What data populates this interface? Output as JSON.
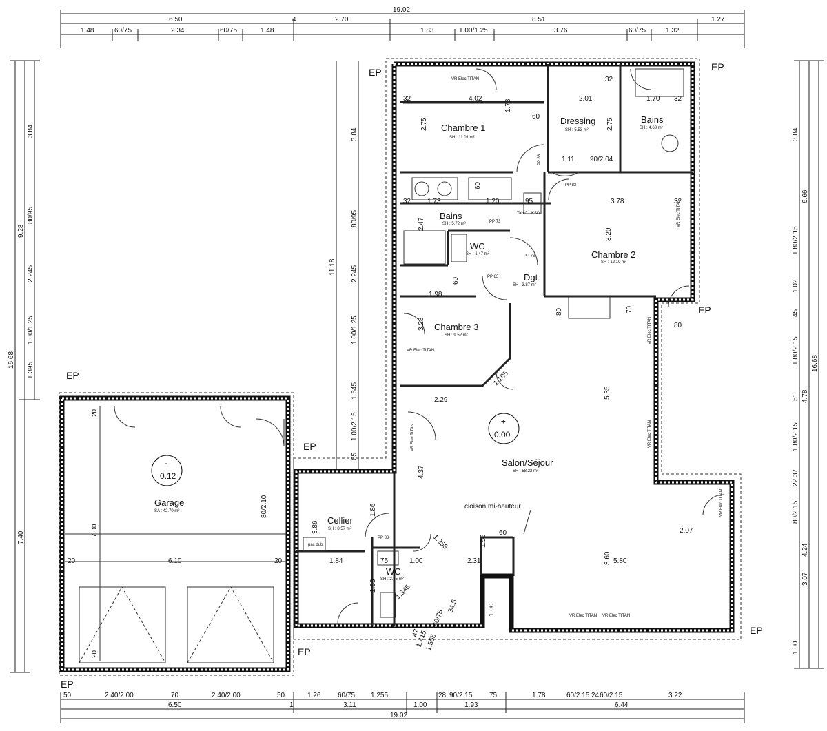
{
  "top_dims": {
    "total": "19.02",
    "row2": [
      "6.50",
      "4",
      "2.70",
      "8.51",
      "1.27"
    ],
    "row3": [
      "1.48",
      "60/75",
      "2.34",
      "60/75",
      "1.48",
      "1.83",
      "1.00/1.25",
      "3.76",
      "60/75",
      "1.32"
    ]
  },
  "bottom_dims": {
    "row1": [
      "50",
      "2.40/2.00",
      "70",
      "2.40/2.00",
      "50",
      "1.26",
      "60/75",
      "1.255",
      "28",
      "90/2.15",
      "75",
      "1.78",
      "60/2.15",
      "24",
      "60/2.15",
      "3.22"
    ],
    "row2": [
      "6.50",
      "1",
      "3.11",
      "1.00",
      "1.93",
      "6.44"
    ],
    "total": "19.02"
  },
  "left_dims": {
    "total": "16.68",
    "col2": [
      "9.28",
      "7.40"
    ],
    "col3": [
      "3.84",
      "80/95",
      "2.245",
      "1.00/1.25",
      "1.395"
    ]
  },
  "right_dims": {
    "total": "16.68",
    "col2": [
      "6.66",
      "4.78",
      "4.24",
      "3.07"
    ],
    "col3": [
      "3.84",
      "1.80/2.15",
      "1.02",
      "45",
      "1.80/2.15",
      "51",
      "1.80/2.15",
      "37",
      "22",
      "80/2.15",
      "1.00"
    ]
  },
  "mid_dims": [
    "3.84",
    "80/95",
    "2.245",
    "1.00/1.25",
    "1.645",
    "1.00/2.15",
    "65",
    "11.18"
  ],
  "ep_labels": [
    "EP",
    "EP",
    "EP",
    "EP",
    "EP",
    "EP",
    "EP",
    "EP"
  ],
  "rooms": {
    "chambre1": {
      "name": "Chambre 1",
      "area": "SH : 11.01 m²"
    },
    "dressing": {
      "name": "Dressing",
      "area": "SH : 5.53 m²"
    },
    "bains_top": {
      "name": "Bains",
      "area": "SH : 4.68 m²"
    },
    "bains": {
      "name": "Bains",
      "area": "SH : 5.72 m²"
    },
    "wc_top": {
      "name": "WC",
      "area": "SH : 1.47 m²"
    },
    "dgt": {
      "name": "Dgt",
      "area": "SH : 3.87 m²"
    },
    "chambre2": {
      "name": "Chambre 2",
      "area": "SH : 12.10 m²"
    },
    "chambre3": {
      "name": "Chambre 3",
      "area": "SH : 9.52 m²"
    },
    "salon": {
      "name": "Salon/Séjour",
      "area": "SH : 58.22 m²"
    },
    "cellier": {
      "name": "Cellier",
      "area": "SH : 8.57 m²"
    },
    "wc_bottom": {
      "name": "WC",
      "area": "SH : 2.35 m²"
    },
    "garage": {
      "name": "Garage",
      "area": "SA : 42.70 m²"
    }
  },
  "levels": {
    "house": {
      "sign": "±",
      "value": "0.00"
    },
    "garage": {
      "sign": "-",
      "value": "0.12"
    }
  },
  "annotations": {
    "cloison": "cloison mi-hauteur",
    "pac": "pac dub",
    "tab": "Tab.C",
    "ksd": "KSD",
    "vr1": "VR Elec TITAN"
  },
  "inner_dims": {
    "d402": "4.02",
    "d173a": "1.73",
    "d60a": "60",
    "d275a": "2.75",
    "d201": "2.01",
    "d170": "1.70",
    "d275b": "2.75",
    "d111": "1.11",
    "d90204": "90/2.04",
    "d32": "32",
    "d173b": "1.73",
    "d120": "1.20",
    "d95": "95",
    "d247": "2.47",
    "d60b": "60",
    "d378": "3.78",
    "d320": "3.20",
    "d198": "1.98",
    "d60c": "60",
    "d328": "3.28",
    "d229": "2.29",
    "d1105": "1.105",
    "d535": "5.35",
    "d80a": "80",
    "d70": "70",
    "d80b": "80",
    "d437": "4.37",
    "d186": "1.86",
    "d386": "3.86",
    "d184": "1.84",
    "d100a": "1.00",
    "d1355": "1.355",
    "d231": "2.31",
    "d155": "1.55",
    "d60d": "60",
    "d207": "2.07",
    "d360": "3.60",
    "d580": "5.80",
    "d193": "1.93",
    "d1345": "1.345",
    "d100b": "1.00",
    "d75": "75",
    "d610": "6.10",
    "d700": "7.00",
    "d20": "20",
    "d80210": "80/2.10",
    "d1415": "1.415",
    "d1555": "1.555",
    "d60_75": "60/75",
    "d345": "34.5",
    "d47": "47",
    "pp83": "PP 83",
    "pp73": "PP 73"
  }
}
